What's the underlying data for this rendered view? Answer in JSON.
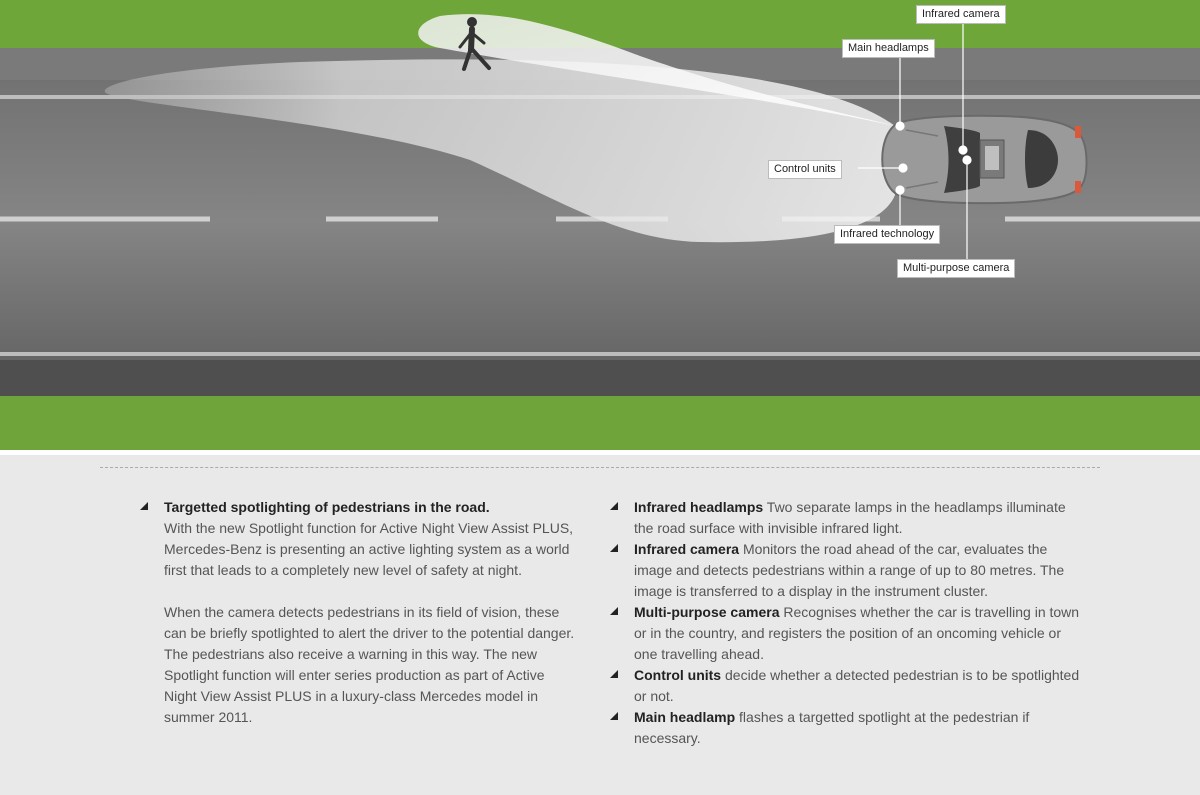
{
  "callouts": {
    "infrared_camera": "Infrared camera",
    "main_headlamps": "Main headlamps",
    "control_units": "Control units",
    "infrared_technology": "Infrared technology",
    "multi_purpose_camera": "Multi-purpose camera"
  },
  "left": {
    "heading": "Targetted spotlighting of pedestrians in the road.",
    "para1": "With the new Spotlight function for Active Night View Assist PLUS, Mercedes-Benz is presenting an active lighting system as a world first that leads to a completely new level of safety at night.",
    "para2": "When the camera detects pedestrians in its field of vision, these can be briefly spotlighted to alert the driver to the potential danger. The pedestrians also receive a warning in this way. The new Spotlight function will enter series production as part of Active Night View Assist PLUS in a luxury-class Mercedes model in summer 2011."
  },
  "right": {
    "items": [
      {
        "term": "Infrared headlamps",
        "desc": " Two separate lamps in the headlamps illuminate the road surface with invisible infrared light."
      },
      {
        "term": "Infrared camera",
        "desc": " Monitors the road ahead of the car, evaluates the image and detects pedestrians within a range of up to 80 metres. The image is transferred to a display in the instrument cluster."
      },
      {
        "term": "Multi-purpose camera",
        "desc": " Recognises whether the car is travelling in town or in the country, and registers the position of an oncoming vehicle or one travelling ahead."
      },
      {
        "term": "Control units",
        "desc": " decide whether a detected pedestrian is to be spotlighted or not."
      },
      {
        "term": "Main headlamp",
        "desc": " flashes a targetted spotlight at the pedestrian if necessary."
      }
    ]
  },
  "colors": {
    "grass": "#6fa63a",
    "road": "#7f7f7f",
    "car": "#9a9a9a",
    "light_beam": "#ededed"
  }
}
